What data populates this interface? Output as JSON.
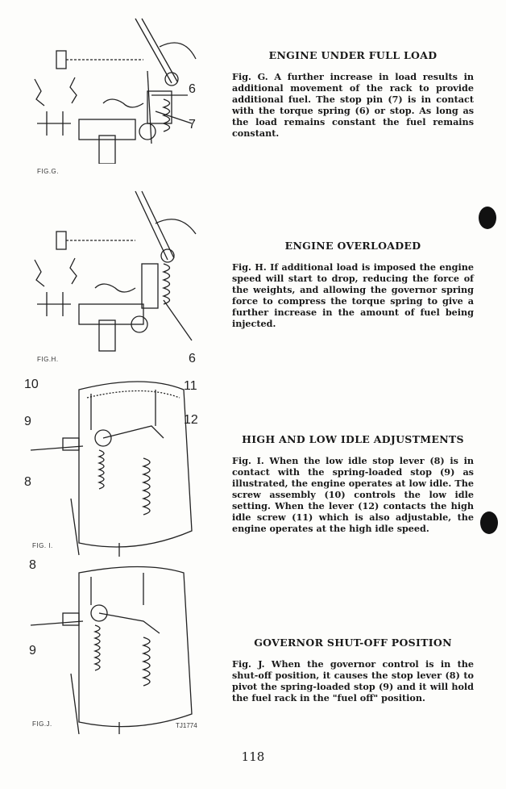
{
  "sections": [
    {
      "heading": "ENGINE UNDER FULL LOAD",
      "body": "Fig. G. A further increase in load results in additional movement of the rack to provide additional fuel. The stop pin (7) is in contact with the torque spring (6) or stop. As long as the load remains constant the fuel remains constant."
    },
    {
      "heading": "ENGINE OVERLOADED",
      "body": "Fig. H. If additional load is imposed the engine speed will start to drop, reducing the force of the weights, and allowing the governor spring force to compress the torque spring to give a further increase in the amount of fuel being injected."
    },
    {
      "heading": "HIGH AND LOW IDLE ADJUSTMENTS",
      "body": "Fig. I. When the low idle stop lever (8) is in contact with the spring-loaded stop (9) as illustrated, the engine operates at low idle. The screw assembly (10) controls the low idle setting. When the lever (12) contacts the high idle screw (11) which is also adjustable, the engine operates at the high idle speed."
    },
    {
      "heading": "GOVERNOR SHUT-OFF POSITION",
      "body": "Fig. J. When the governor control is in the shut-off position, it causes the stop lever (8) to pivot the spring-loaded stop (9) and it will hold the fuel rack in the \"fuel off\" position."
    }
  ],
  "figures": {
    "g": {
      "label": "FIG.G.",
      "callouts": [
        "6",
        "7"
      ]
    },
    "h": {
      "label": "FIG.H.",
      "callouts": [
        "6"
      ]
    },
    "i": {
      "label": "FIG. I.",
      "callouts": [
        "10",
        "11",
        "9",
        "12",
        "8"
      ]
    },
    "j": {
      "label": "FIG.J.",
      "callouts": [
        "8",
        "9"
      ],
      "ref": "TJ1774"
    }
  },
  "page_number": "118"
}
